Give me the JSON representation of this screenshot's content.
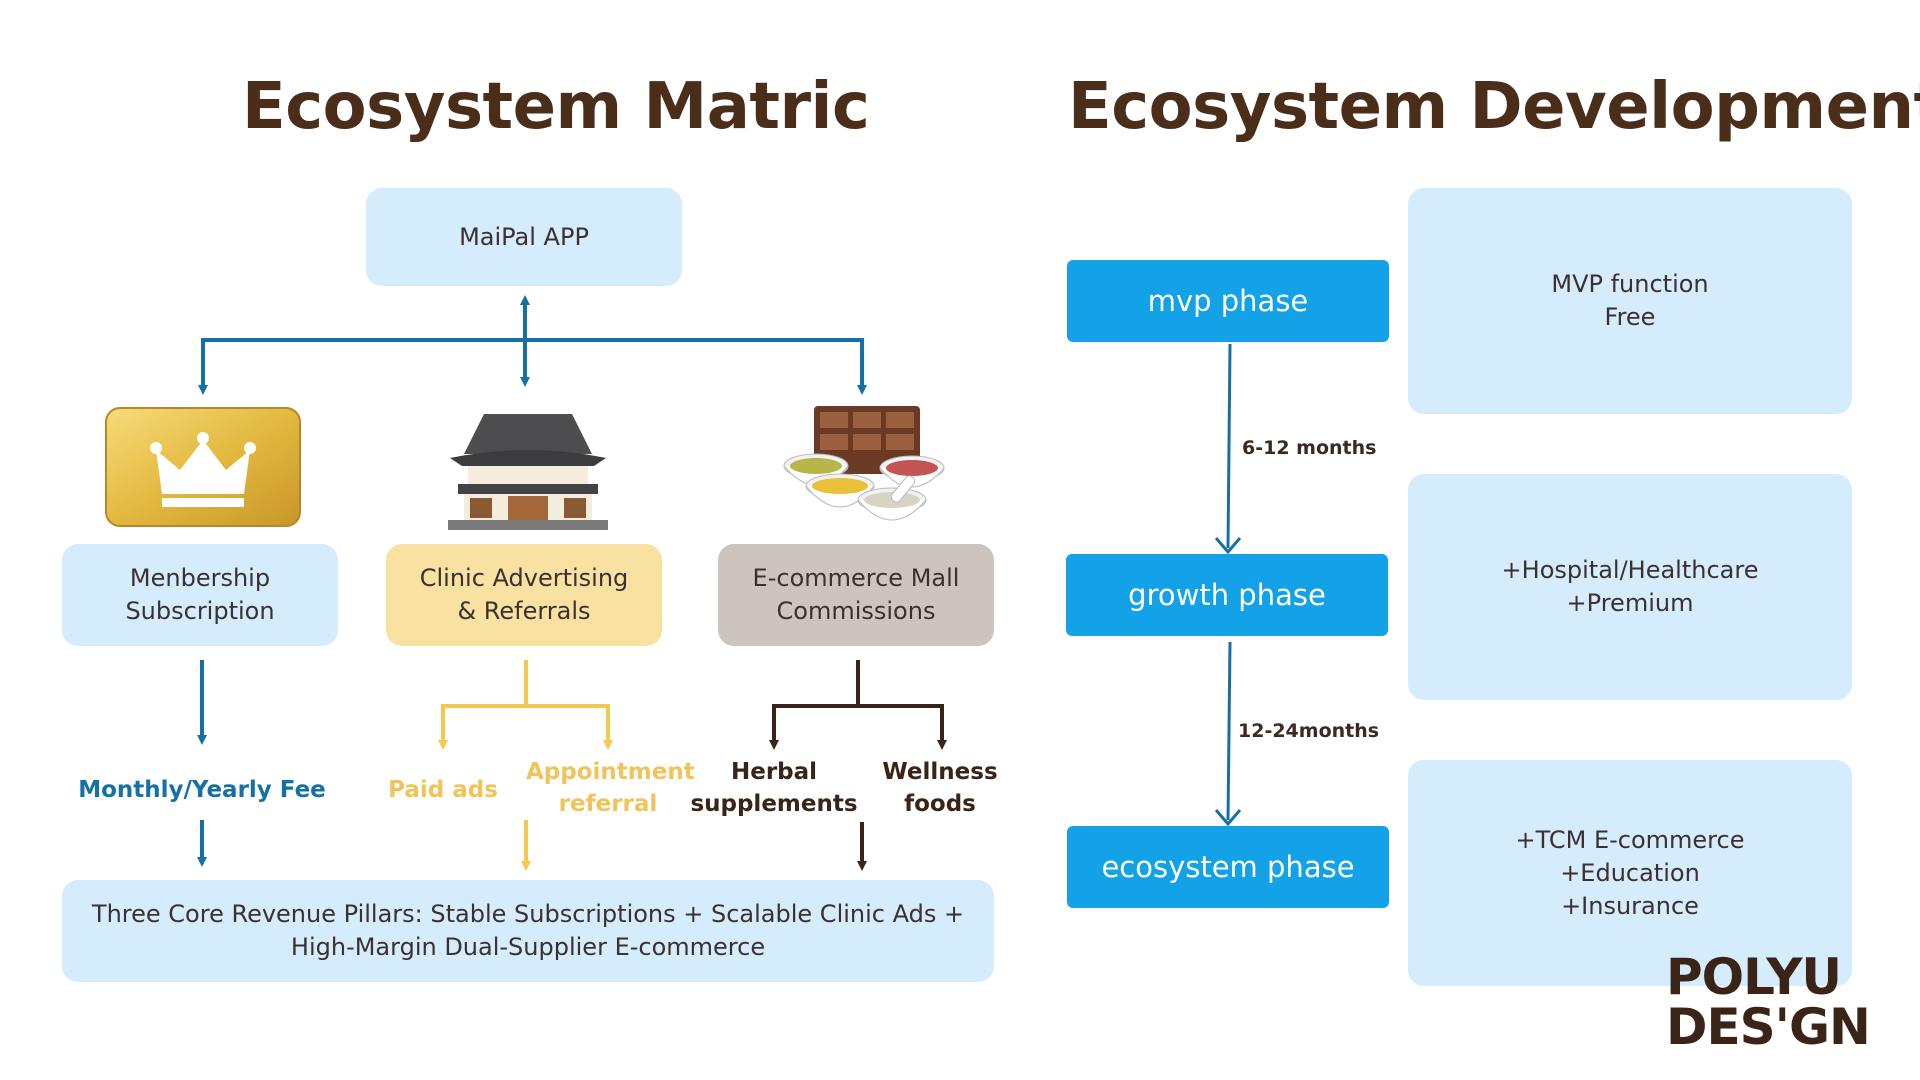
{
  "titles": {
    "left": "Ecosystem Matric",
    "right": "Ecosystem Development"
  },
  "matrix": {
    "app": "MaiPal APP",
    "pillars": [
      {
        "label": "Menbership\nSubscription",
        "icon": "gold-crown-card-icon",
        "color": "#d4ecfb"
      },
      {
        "label": "Clinic Advertising\n& Referrals",
        "icon": "clinic-building-icon",
        "color": "#f8e1a1"
      },
      {
        "label": "E-commerce Mall\nCommissions",
        "icon": "herbal-medicine-icon",
        "color": "#cdc4bd"
      }
    ],
    "outcomes": {
      "subscription": "Monthly/Yearly Fee",
      "paid_ads": "Paid ads",
      "appointment": "Appointment\nreferral",
      "herbal": "Herbal\nsupplements",
      "wellness": "Wellness\nfoods"
    },
    "summary": "Three Core Revenue Pillars: Stable Subscriptions + Scalable Clinic Ads + High-Margin Dual-Supplier E-commerce"
  },
  "development": {
    "phases": [
      {
        "label": "mvp phase",
        "detail": "MVP function\nFree"
      },
      {
        "label": "growth phase",
        "detail": "+Hospital/Healthcare\n+Premium"
      },
      {
        "label": "ecosystem phase",
        "detail": "+TCM E-commerce\n+Education\n+Insurance"
      }
    ],
    "durations": [
      "6-12 months",
      "12-24months"
    ]
  },
  "logo": {
    "line1": "POLYU",
    "line2": "DES'GN"
  },
  "colors": {
    "blue_arrow": "#1570a6",
    "yellow_arrow": "#f3c94f",
    "brown_arrow": "#3a2418",
    "phase_blue": "#13a1e8",
    "blue_text": "#1570a6",
    "yellow_text": "#f0c45a",
    "title_brown": "#4a2e1a"
  }
}
